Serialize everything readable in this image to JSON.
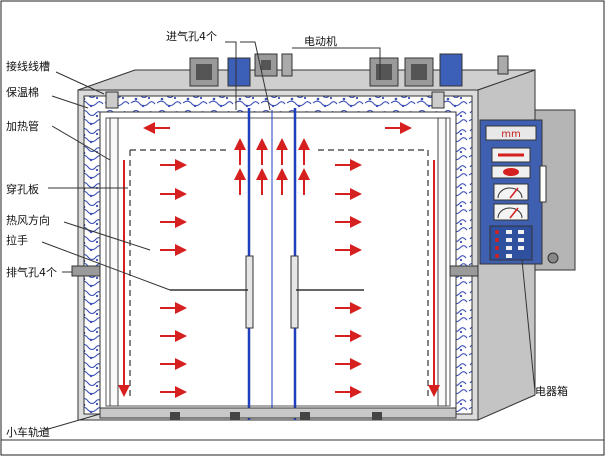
{
  "labels": {
    "intake_holes": "进气孔4个",
    "motor": "电动机",
    "wiring_trough": "接线线槽",
    "insulation": "保温棉",
    "heating_tube": "加热管",
    "perforated_plate": "穿孔板",
    "hot_air_direction": "热风方向",
    "handle": "拉手",
    "exhaust_holes": "排气孔4个",
    "electrical_box": "电器箱",
    "cart_track": "小车轨道"
  },
  "panel": {
    "logo": "mm"
  },
  "colors": {
    "oven_shell": "#dcdcdc",
    "side_panel": "#c4c4c4",
    "insulation_fill": "#3a4fb5",
    "chamber_bg": "#ffffff",
    "hot_air_arrow": "#d62020",
    "door_seam": "#1f3fbf",
    "control_panel": "#3f5fb0",
    "control_buttons": "#d62020"
  }
}
